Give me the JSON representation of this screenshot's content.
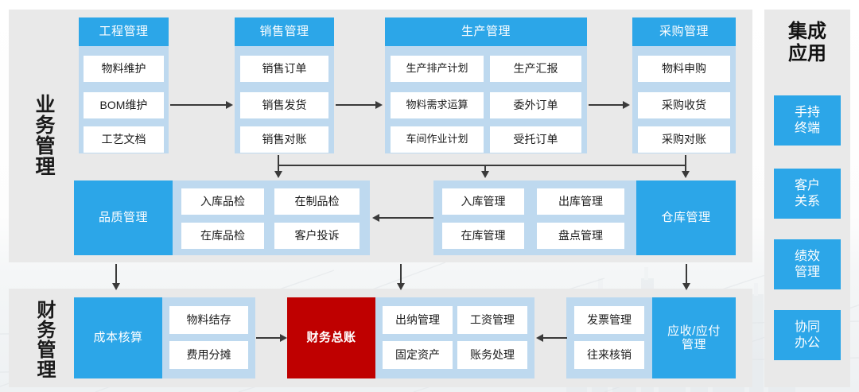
{
  "diagram": {
    "groups": [
      {
        "id": "business",
        "label": "业务管理",
        "cards": [
          {
            "id": "engineering",
            "title": "工程管理",
            "items": [
              "物料维护",
              "BOM维护",
              "工艺文档"
            ]
          },
          {
            "id": "sales",
            "title": "销售管理",
            "items": [
              "销售订单",
              "销售发货",
              "销售对账"
            ]
          },
          {
            "id": "production",
            "title": "生产管理",
            "items": [
              "生产排产计划",
              "生产汇报",
              "物料需求运算",
              "委外订单",
              "车间作业计划",
              "受托订单"
            ]
          },
          {
            "id": "purchase",
            "title": "采购管理",
            "items": [
              "物料申购",
              "采购收货",
              "采购对账"
            ]
          },
          {
            "id": "quality",
            "title": "品质管理",
            "items": [
              "入库品检",
              "在制品检",
              "在库品检",
              "客户投诉"
            ]
          },
          {
            "id": "warehouse",
            "title": "仓库管理",
            "items": [
              "入库管理",
              "出库管理",
              "在库管理",
              "盘点管理"
            ]
          }
        ]
      },
      {
        "id": "finance",
        "label": "财务管理",
        "cards": [
          {
            "id": "cost",
            "title": "成本核算",
            "items": [
              "物料结存",
              "费用分摊"
            ]
          },
          {
            "id": "ledger",
            "title": "财务总账",
            "items": [
              "出纳管理",
              "工资管理",
              "固定资产",
              "账务处理"
            ]
          },
          {
            "id": "receivable",
            "title": "应收/应付\n管理",
            "items": [
              "发票管理",
              "往来核销"
            ]
          }
        ]
      }
    ],
    "sidebar": {
      "title": "集成\n应用",
      "buttons": [
        {
          "id": "handheld",
          "label": "手持\n终端"
        },
        {
          "id": "crm",
          "label": "客户\n关系"
        },
        {
          "id": "performance",
          "label": "绩效\n管理"
        },
        {
          "id": "collaborate",
          "label": "协同\n办公"
        }
      ]
    },
    "colors": {
      "header_blue": "#2ca6e8",
      "card_body_blue": "#bed9ef",
      "panel_grey": "#e9e9e9",
      "ledger_red": "#bf0000",
      "cell_white": "#ffffff",
      "connector": "#3a3a3a"
    }
  }
}
